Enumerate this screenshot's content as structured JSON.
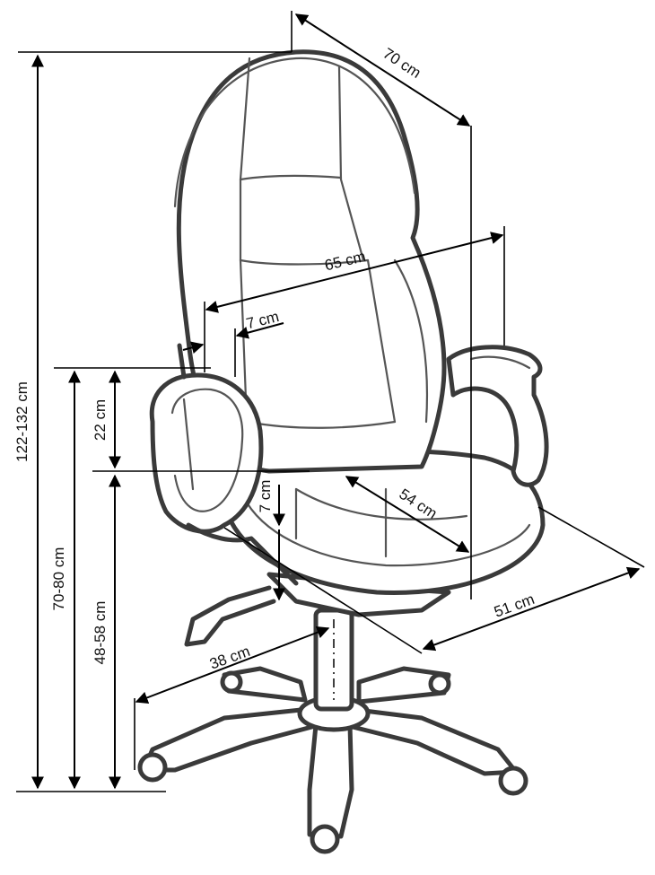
{
  "dimensions": {
    "total_height": "122-132 cm",
    "armrest_height": "70-80 cm",
    "seat_height": "48-58 cm",
    "armrest_to_seat": "22 cm",
    "backrest_depth": "70 cm",
    "backrest_width": "65 cm",
    "armrest_width": "7 cm",
    "seat_cushion": "7 cm",
    "seat_depth": "54 cm",
    "seat_width": "51 cm",
    "base_radius": "38 cm"
  },
  "colors": {
    "outline": "#3a3a3a",
    "dimension_lines": "#000000",
    "background": "#ffffff"
  }
}
